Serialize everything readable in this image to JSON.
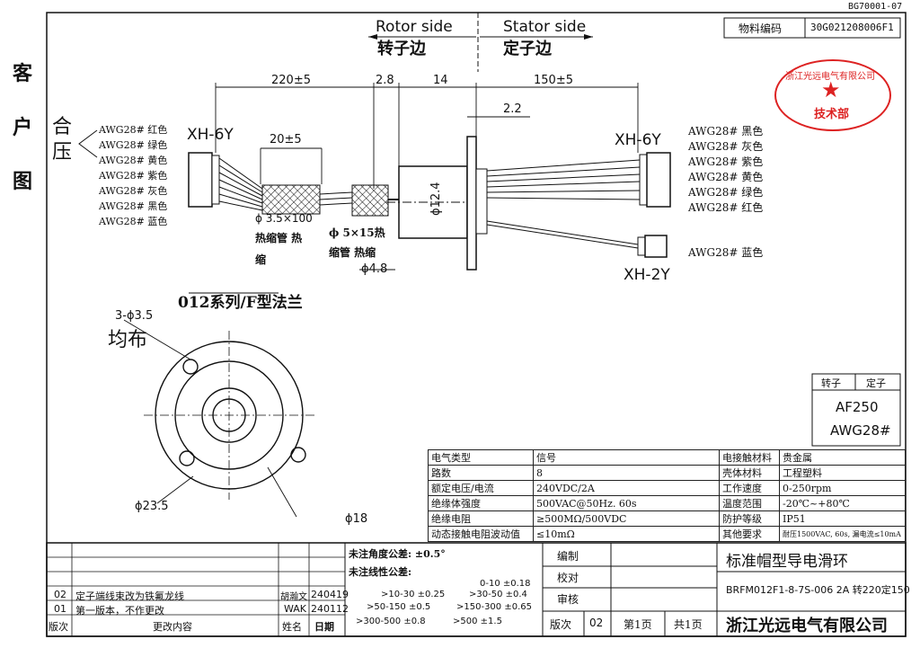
{
  "doc_code": "BG70001-07",
  "left_label": [
    "客",
    "户",
    "图"
  ],
  "material_code_label": "物料编码",
  "material_code": "30G021208006F1",
  "rotor_side_en": "Rotor side",
  "rotor_side_cn": "转子边",
  "stator_side_en": "Stator side",
  "stator_side_cn": "定子边",
  "dims": {
    "d220": "220±5",
    "d28": "2.8",
    "d14": "14",
    "d150": "150±5",
    "d22": "2.2",
    "d20": "20±5",
    "d124": "ϕ12.4",
    "d48": "ϕ4.8",
    "d23": "ϕ23.5",
    "d18": "ϕ18",
    "holes": "3-ϕ3.5",
    "holes_note": "均布"
  },
  "heat_shrink_1": "ϕ 3.5×100",
  "heat_shrink_1_text": "热缩管 热缩",
  "heat_shrink_2": "ϕ 5×15热",
  "heat_shrink_2_text": "缩管 热缩",
  "heat_shrink_1_l1": "热缩管 热",
  "heat_shrink_1_l2": "缩",
  "heat_shrink_2_l1": "缩管 热缩",
  "combine_label": "合\n压",
  "connector_left": "XH-6Y",
  "connector_right": "XH-6Y",
  "connector_right2": "XH-2Y",
  "left_wires": [
    "AWG28# 红色",
    "AWG28# 绿色",
    "AWG28# 黄色",
    "AWG28# 紫色",
    "AWG28# 灰色",
    "AWG28# 黑色",
    "AWG28# 蓝色"
  ],
  "right_wires": [
    "AWG28# 黑色",
    "AWG28# 灰色",
    "AWG28# 紫色",
    "AWG28# 黄色",
    "AWG28# 绿色",
    "AWG28# 红色"
  ],
  "right_wire_2y": "AWG28# 蓝色",
  "flange_title": "012系列/F型法兰",
  "stamp": {
    "company": "浙江光远电气有限公司",
    "dept": "技术部",
    "color": "#d22222"
  },
  "wire_box": {
    "rotor": "转子",
    "stator": "定子",
    "wire1": "AF250",
    "wire2": "AWG28#"
  },
  "spec_left": [
    [
      "电气类型",
      "信号"
    ],
    [
      "路数",
      "8"
    ],
    [
      "额定电压/电流",
      "240VDC/2A"
    ],
    [
      "绝缘体强度",
      "500VAC@50Hz. 60s"
    ],
    [
      "绝缘电阻",
      "≥500MΩ/500VDC"
    ],
    [
      "动态接触电阻波动值",
      "≤10mΩ"
    ]
  ],
  "spec_right": [
    [
      "电接触材料",
      "贵金属"
    ],
    [
      "壳体材料",
      "工程塑料"
    ],
    [
      "工作速度",
      "0-250rpm"
    ],
    [
      "温度范围",
      "-20℃~+80℃"
    ],
    [
      "防护等级",
      "IP51"
    ],
    [
      "其他要求",
      "耐压1500VAC, 60s, 漏电流≤10mA"
    ]
  ],
  "tolerance": {
    "angle": "未注角度公差: ±0.5°",
    "linear": "未注线性公差:",
    "rows": [
      "0-10 ±0.18",
      ">10-30 ±0.25",
      ">30-50 ±0.4",
      ">50-150 ±0.5",
      ">150-300 ±0.65",
      ">300-500 ±0.8",
      ">500 ±1.5"
    ]
  },
  "revisions": [
    {
      "ver": "02",
      "content": "定子端线束改为铁氟龙线",
      "name": "胡瀚文",
      "date": "240419"
    },
    {
      "ver": "01",
      "content": "第一版本，不作更改",
      "name": "WAK",
      "date": "240112"
    }
  ],
  "rev_header": {
    "ver": "版次",
    "content": "更改内容",
    "name": "姓名",
    "date": "日期"
  },
  "sign": {
    "draw": "编制",
    "check": "校对",
    "approve": "审核"
  },
  "product_name": "标准帽型导电滑环",
  "model": "BRFM012F1-8-7S-006 2A 转220定150",
  "footer": {
    "ver_label": "版次",
    "ver": "02",
    "page": "第1页",
    "total": "共1页"
  },
  "company": "浙江光远电气有限公司"
}
